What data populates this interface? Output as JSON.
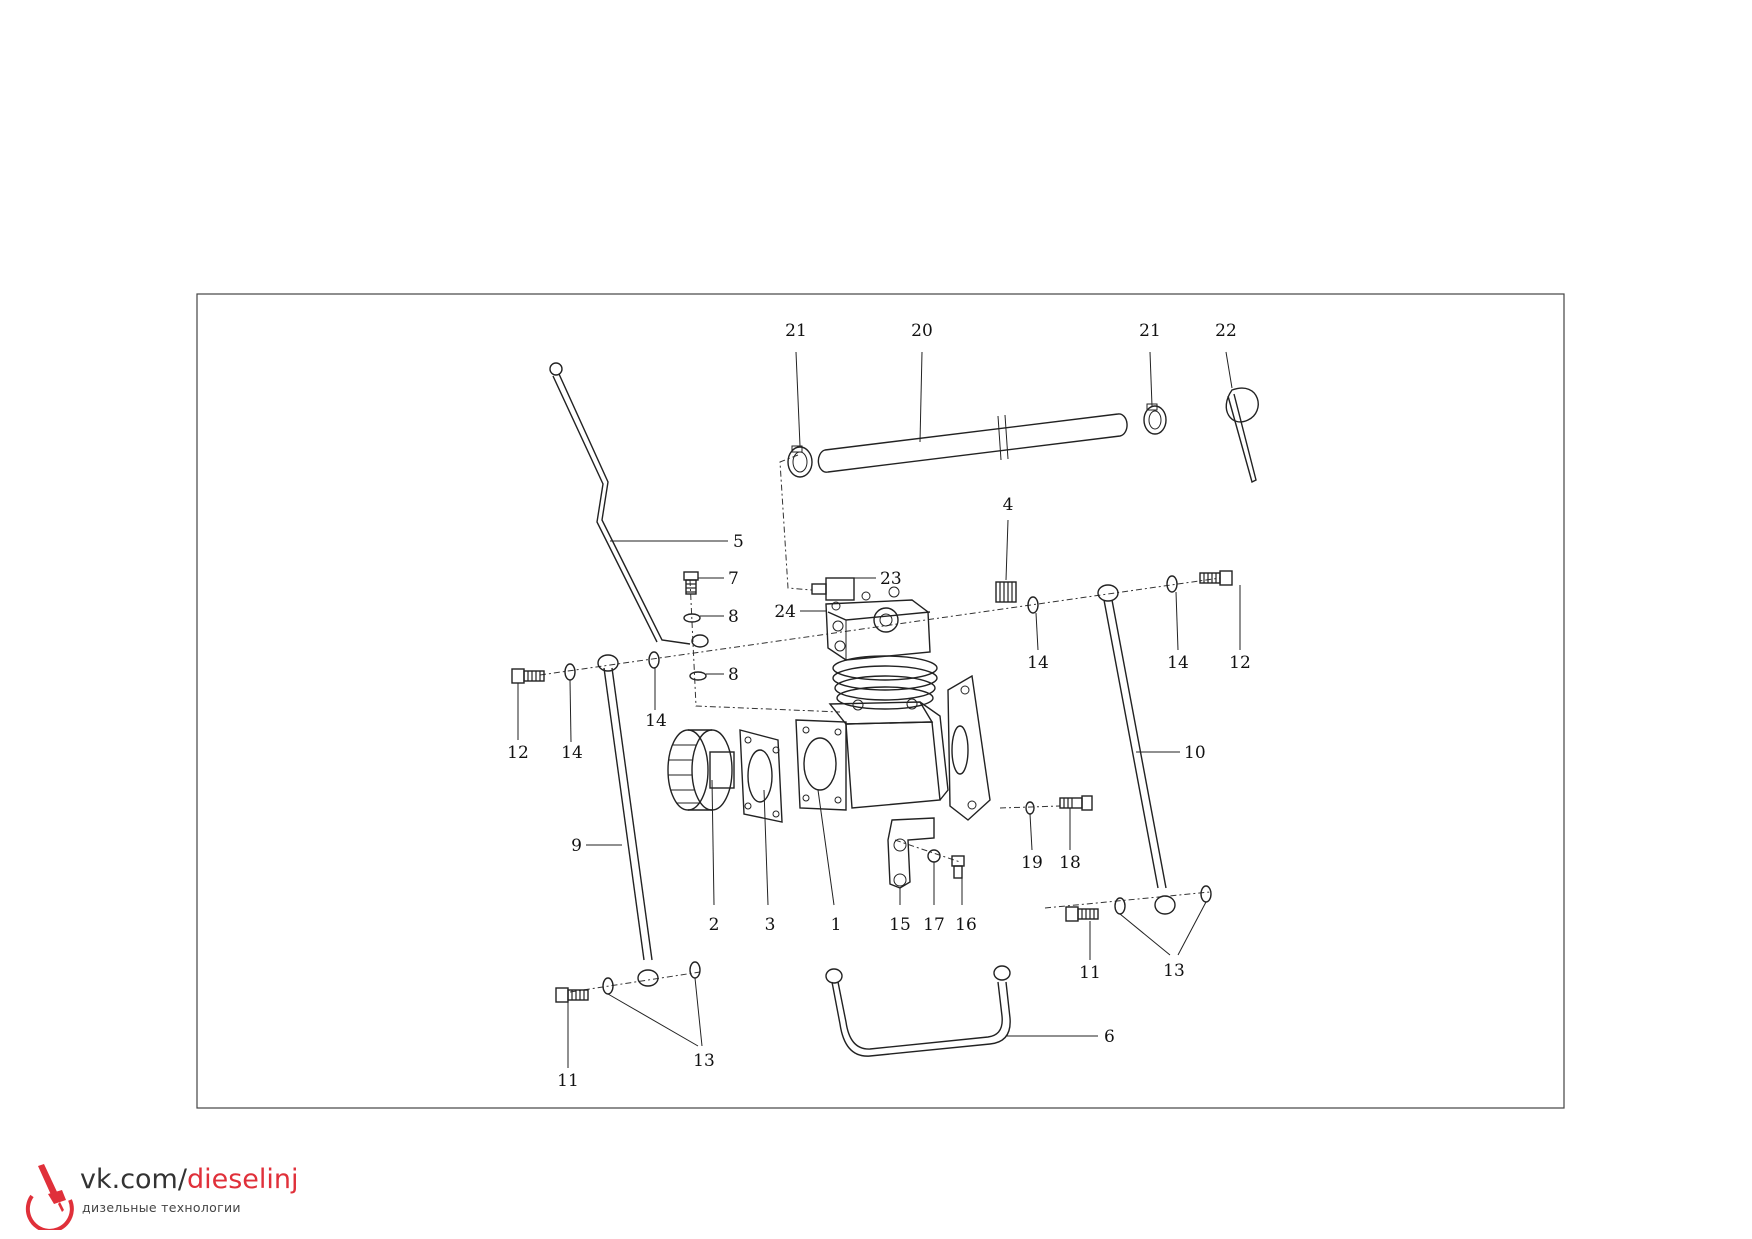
{
  "labels": [
    {
      "id": "l1",
      "text": "1"
    },
    {
      "id": "l2",
      "text": "2"
    },
    {
      "id": "l3",
      "text": "3"
    },
    {
      "id": "l4",
      "text": "4"
    },
    {
      "id": "l5",
      "text": "5"
    },
    {
      "id": "l6",
      "text": "6"
    },
    {
      "id": "l7",
      "text": "7"
    },
    {
      "id": "l8a",
      "text": "8"
    },
    {
      "id": "l8b",
      "text": "8"
    },
    {
      "id": "l9",
      "text": "9"
    },
    {
      "id": "l10",
      "text": "10"
    },
    {
      "id": "l11a",
      "text": "11"
    },
    {
      "id": "l11b",
      "text": "11"
    },
    {
      "id": "l12a",
      "text": "12"
    },
    {
      "id": "l12b",
      "text": "12"
    },
    {
      "id": "l13a",
      "text": "13"
    },
    {
      "id": "l13b",
      "text": "13"
    },
    {
      "id": "l14a",
      "text": "14"
    },
    {
      "id": "l14b",
      "text": "14"
    },
    {
      "id": "l14c",
      "text": "14"
    },
    {
      "id": "l14d",
      "text": "14"
    },
    {
      "id": "l15",
      "text": "15"
    },
    {
      "id": "l16",
      "text": "16"
    },
    {
      "id": "l17",
      "text": "17"
    },
    {
      "id": "l18",
      "text": "18"
    },
    {
      "id": "l19",
      "text": "19"
    },
    {
      "id": "l20",
      "text": "20"
    },
    {
      "id": "l21a",
      "text": "21"
    },
    {
      "id": "l21b",
      "text": "21"
    },
    {
      "id": "l22",
      "text": "22"
    },
    {
      "id": "l23",
      "text": "23"
    },
    {
      "id": "l24",
      "text": "24"
    }
  ],
  "watermark": {
    "prefix": "vk.com/",
    "accent": "dieselinj",
    "subtitle": "дизельные технологии",
    "accent_color": "#e0303a"
  }
}
